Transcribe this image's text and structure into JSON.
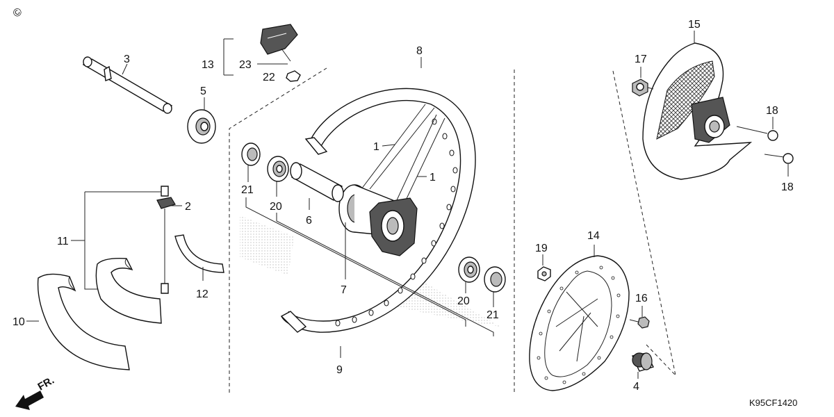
{
  "copyright_mark": "©",
  "figure_code": "K95CF1420",
  "front_arrow_label": "FR.",
  "callouts": {
    "c1a": "1",
    "c1b": "1",
    "c2": "2",
    "c3": "3",
    "c4": "4",
    "c5": "5",
    "c6": "6",
    "c7": "7",
    "c8": "8",
    "c9": "9",
    "c10": "10",
    "c11": "11",
    "c12": "12",
    "c13": "13",
    "c14": "14",
    "c15": "15",
    "c16": "16",
    "c17": "17",
    "c18a": "18",
    "c18b": "18",
    "c19": "19",
    "c20a": "20",
    "c20b": "20",
    "c21a": "21",
    "c21b": "21",
    "c22": "22",
    "c23": "23"
  },
  "icons": {
    "front-arrow": "arrow-down-left",
    "parts": [
      "axle",
      "collar",
      "valve",
      "rim-band",
      "tube",
      "tire",
      "spokes",
      "hub",
      "rim",
      "bearing",
      "spacer",
      "disc",
      "disc-cover",
      "bolt",
      "nut",
      "spoke-wrench"
    ]
  }
}
